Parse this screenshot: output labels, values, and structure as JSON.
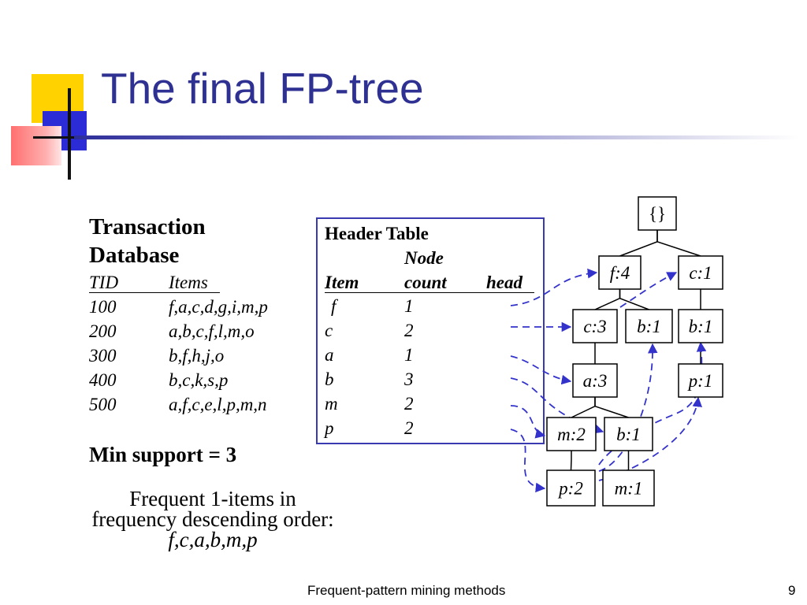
{
  "slide": {
    "title": "The final FP-tree",
    "footer": "Frequent-pattern mining methods",
    "page_number": "9"
  },
  "transaction_db": {
    "title": "Transaction Database",
    "headers": [
      "TID",
      "Items"
    ],
    "rows": [
      {
        "tid": "100",
        "items": "f,a,c,d,g,i,m,p"
      },
      {
        "tid": "200",
        "items": "a,b,c,f,l,m,o"
      },
      {
        "tid": "300",
        "items": "b,f,h,j,o"
      },
      {
        "tid": "400",
        "items": "b,c,k,s,p"
      },
      {
        "tid": "500",
        "items": "a,f,c,e,l,p,m,n"
      }
    ]
  },
  "min_support": "Min support = 3",
  "frequent_items": {
    "line1": "Frequent 1-items in",
    "line2": "frequency descending order:",
    "sequence": "f,c,a,b,m,p"
  },
  "header_table": {
    "title": "Header Table",
    "node_label": "Node",
    "columns": [
      "Item",
      "count",
      "head"
    ],
    "rows": [
      {
        "item": "f",
        "count": "1"
      },
      {
        "item": "c",
        "count": "2"
      },
      {
        "item": "a",
        "count": "1"
      },
      {
        "item": "b",
        "count": "3"
      },
      {
        "item": "m",
        "count": "2"
      },
      {
        "item": "p",
        "count": "2"
      }
    ]
  },
  "fp_tree": {
    "root": "{}",
    "nodes": [
      {
        "id": "f4",
        "label": "f:4"
      },
      {
        "id": "c1a",
        "label": "c:1"
      },
      {
        "id": "c3",
        "label": "c:3"
      },
      {
        "id": "b1a",
        "label": "b:1"
      },
      {
        "id": "b1b",
        "label": "b:1"
      },
      {
        "id": "a3",
        "label": "a:3"
      },
      {
        "id": "p1a",
        "label": "p:1"
      },
      {
        "id": "m2",
        "label": "m:2"
      },
      {
        "id": "b1c",
        "label": "b:1"
      },
      {
        "id": "p2",
        "label": "p:2"
      },
      {
        "id": "m1",
        "label": "m:1"
      }
    ],
    "edges": [
      [
        "root",
        "f4"
      ],
      [
        "root",
        "c1a"
      ],
      [
        "f4",
        "c3"
      ],
      [
        "f4",
        "b1a"
      ],
      [
        "c1a",
        "b1b"
      ],
      [
        "c3",
        "a3"
      ],
      [
        "b1b",
        "p1a"
      ],
      [
        "a3",
        "m2"
      ],
      [
        "a3",
        "b1c"
      ],
      [
        "m2",
        "p2"
      ],
      [
        "b1c",
        "m1"
      ]
    ],
    "link_color": "#3333cc"
  }
}
